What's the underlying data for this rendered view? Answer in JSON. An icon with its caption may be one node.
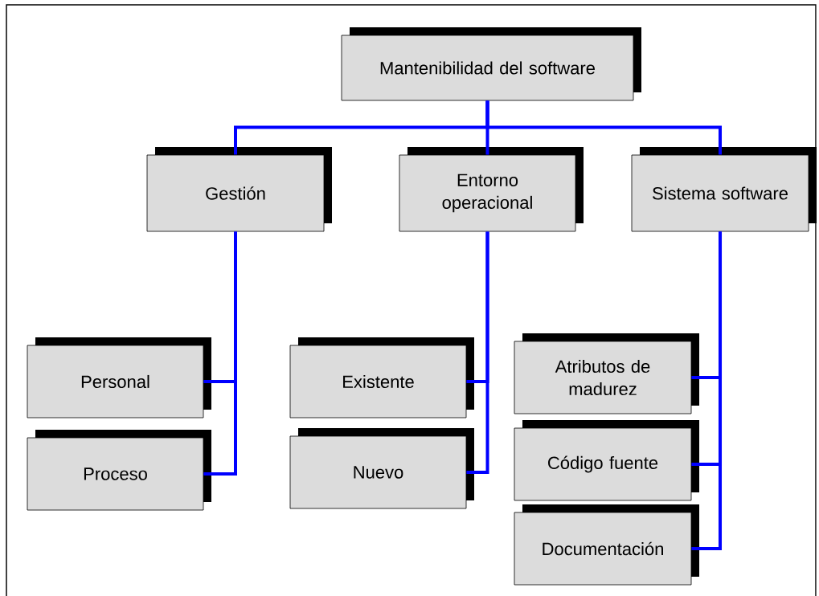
{
  "diagram": {
    "nodes": [
      {
        "text": [
          "Mantenibilidad del software"
        ]
      },
      {
        "text": [
          "Gestión"
        ]
      },
      {
        "text": [
          "Entorno operacional"
        ]
      },
      {
        "text": [
          "Sistema software"
        ]
      },
      {
        "text": [
          "Personal"
        ]
      },
      {
        "text": [
          "Proceso"
        ]
      },
      {
        "text": [
          "Existente"
        ]
      },
      {
        "text": [
          "Nuevo"
        ]
      },
      {
        "text": [
          "Atributos de madurez"
        ]
      },
      {
        "text": [
          "Código fuente"
        ]
      },
      {
        "text": [
          "Documentación"
        ]
      }
    ],
    "edges": [
      {
        "from": 0,
        "to": 1,
        "arrow": "none"
      },
      {
        "from": 0,
        "to": 2,
        "arrow": "none"
      },
      {
        "from": 0,
        "to": 3,
        "arrow": "none"
      },
      {
        "from": 1,
        "to": 4,
        "arrow": "none"
      },
      {
        "from": 1,
        "to": 5,
        "arrow": "none"
      },
      {
        "from": 2,
        "to": 6,
        "arrow": "none"
      },
      {
        "from": 2,
        "to": 7,
        "arrow": "none"
      },
      {
        "from": 3,
        "to": 8,
        "arrow": "none"
      },
      {
        "from": 3,
        "to": 9,
        "arrow": "none"
      },
      {
        "from": 3,
        "to": 10,
        "arrow": "none"
      }
    ]
  }
}
